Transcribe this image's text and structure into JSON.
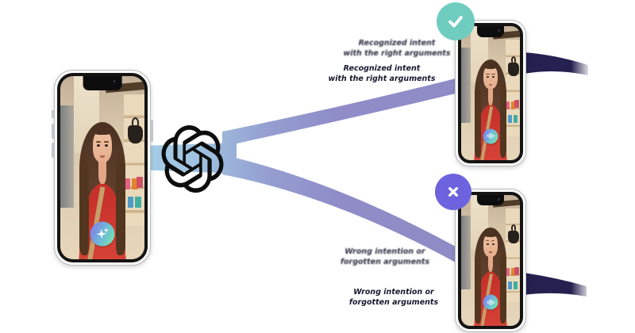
{
  "diagram": {
    "model": {
      "name": "OpenAI",
      "icon": "openai-logo-icon"
    },
    "source_phone": {
      "description": "user on video call",
      "badge_icon": "sparkles-icon"
    },
    "outcomes": [
      {
        "id": "recognized",
        "status_icon": "check-icon",
        "badge_color": "#6FCDC0",
        "line1": "Recognized intent",
        "line2": "with the right arguments",
        "phone_badge_icon": "voice-waveform-icon"
      },
      {
        "id": "wrong",
        "status_icon": "cross-icon",
        "badge_color": "#6D63DE",
        "line1": "Wrong intention or",
        "line2": "forgotten arguments",
        "phone_badge_icon": "voice-waveform-icon"
      }
    ],
    "colors": {
      "ribbon_light_blue": "#ABD6EC",
      "ribbon_purple": "#8F8BC7",
      "ribbon_dark_navy": "#262050",
      "label_text": "#17172F",
      "background": "#FFFFFF"
    }
  }
}
